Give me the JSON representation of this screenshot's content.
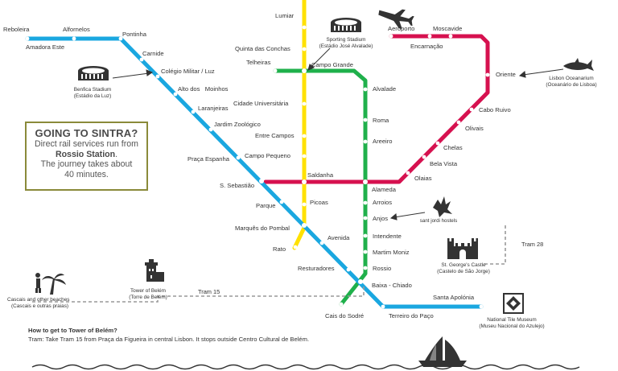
{
  "lines": {
    "blue": "#1aa7e0",
    "yellow": "#ffe100",
    "green": "#1fb04b",
    "red": "#d6114f",
    "tram": "#999999"
  },
  "stations": {
    "reboleira": "Reboleira",
    "amadora_este": "Amadora Este",
    "alfornelos": "Alfornelos",
    "pontinha": "Pontinha",
    "carnide": "Carnide",
    "colegio_militar": "Colégio Militar / Luz",
    "alto_dos_moinhos": "Alto dos   Moinhos",
    "laranjeiras": "Laranjeiras",
    "jardim_zoologico": "Jardim Zoológico",
    "praca_espanha": "Praça Espanha",
    "s_sebastiao": "S. Sebastião",
    "parque": "Parque",
    "marques_pombal": "Marquês do Pombal",
    "avenida": "Avenida",
    "restauradores": "Resturadores",
    "baixa_chiado": "Baixa - Chiado",
    "terreiro_paco": "Terreiro do Paço",
    "santa_apolonia": "Santa Apolónia",
    "lumiar": "Lumiar",
    "quinta_conchas": "Quinta das Conchas",
    "campo_grande": "Campo Grande",
    "cidade_universitaria": "Cidade Universitária",
    "entre_campos": "Entre Campos",
    "campo_pequeno": "Campo Pequeno",
    "saldanha": "Saldanha",
    "picoas": "Picoas",
    "rato": "Rato",
    "telheiras": "Telheiras",
    "alvalade": "Alvalade",
    "roma": "Roma",
    "areeiro": "Areeiro",
    "alameda": "Alameda",
    "arroios": "Arroios",
    "anjos": "Anjos",
    "intendente": "Intendente",
    "martim_moniz": "Martim Moniz",
    "rossio": "Rossio",
    "cais_sodre": "Cais do Sodré",
    "aeroporto": "Aeroporto",
    "encarnacao": "Encarnação",
    "moscavide": "Moscavide",
    "oriente": "Oriente",
    "cabo_ruivo": "Cabo Ruivo",
    "olivais": "Olivais",
    "chelas": "Chelas",
    "bela_vista": "Bela Vista",
    "olaias": "Olaias"
  },
  "poi": {
    "sporting_name": "Sporting Stadium",
    "sporting_sub": "(Estádio José Alvalade)",
    "benfica_name": "Benfica Stadium",
    "benfica_sub": "(Estádio da Luz)",
    "oceanarium_name": "Lisbon Oceanarium",
    "oceanarium_sub": "(Oceanário de Lisboa)",
    "hostels": "sant jordi hostels",
    "castle_name": "St. George's Castle",
    "castle_sub": "(Castelo de São Jorge)",
    "belem_name": "Tower of Belém",
    "belem_sub": "(Torre de Belém)",
    "beaches_name": "Cascais and other beaches",
    "beaches_sub": "(Cascais e outras praias)",
    "tile_name": "National Tile Museum",
    "tile_sub": "(Museu Nacional do Azulejo)"
  },
  "trams": {
    "tram15": "Tram 15",
    "tram28": "Tram 28"
  },
  "sintra": {
    "title": "GOING TO SINTRA?",
    "line1": "Direct rail services run from",
    "line2": "Rossio Station",
    "line2_end": ".",
    "line3": "The journey takes about",
    "line4": "40 minutes."
  },
  "belem_info": {
    "question": "How to get to Tower of Belém?",
    "answer": "Tram: Take Tram 15 from Praça da Figueira in central Lisbon. It stops outside Centro Cultural de Belém."
  },
  "icons": [
    "airplane-icon",
    "stadium-icon",
    "shark-icon",
    "dragon-icon",
    "castle-icon",
    "tower-icon",
    "palm-tree-icon",
    "tile-icon",
    "ship-icon"
  ]
}
